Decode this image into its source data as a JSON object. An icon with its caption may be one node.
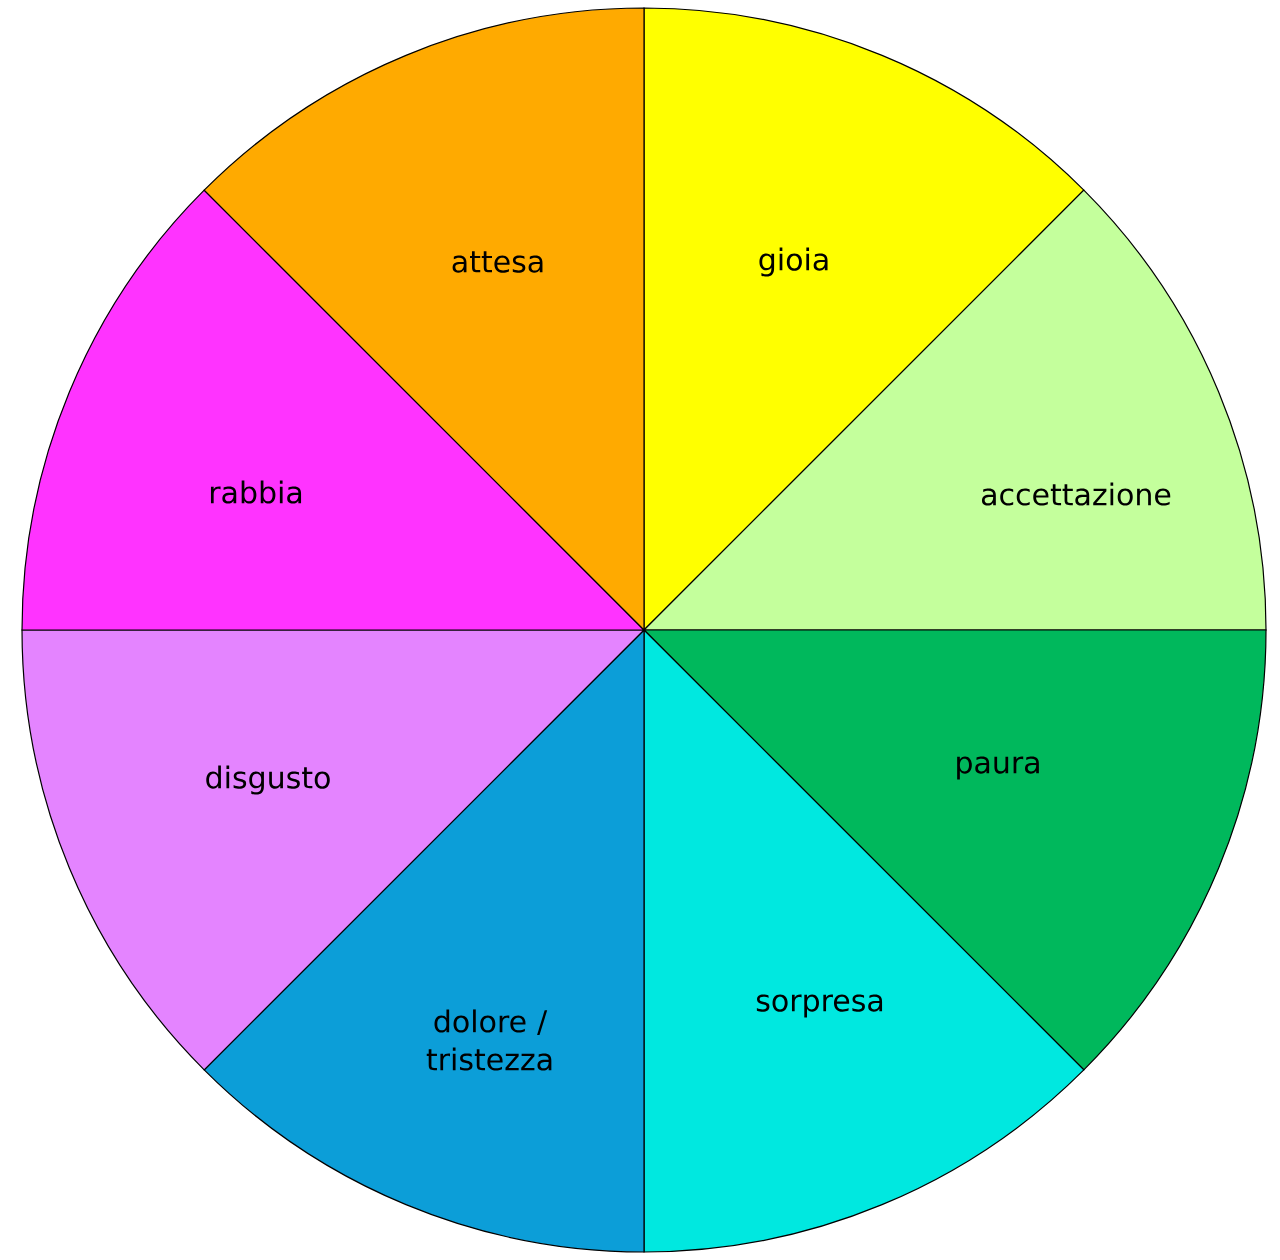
{
  "diagram": {
    "nodes": [
      {
        "text": [
          "gioia"
        ]
      },
      {
        "text": [
          "accettazione"
        ]
      },
      {
        "text": [
          "paura"
        ]
      },
      {
        "text": [
          "sorpresa"
        ]
      },
      {
        "text": [
          "dolore / tristezza"
        ]
      },
      {
        "text": [
          "disgusto"
        ]
      },
      {
        "text": [
          "rabbia"
        ]
      },
      {
        "text": [
          "attesa"
        ]
      }
    ]
  }
}
